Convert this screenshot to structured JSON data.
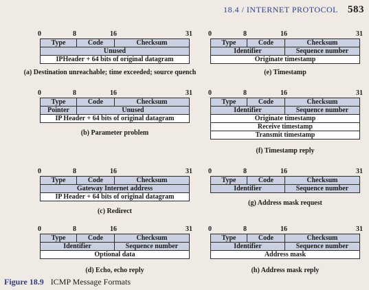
{
  "header": {
    "section": "18.4 / INTERNET PROTOCOL",
    "page_number": "583"
  },
  "bit_labels": {
    "b0": "0",
    "b8": "8",
    "b16": "16",
    "b31": "31"
  },
  "fields": {
    "type": "Type",
    "code": "Code",
    "checksum": "Checksum",
    "unused": "Unused",
    "ip_header": "IPHeader + 64 bits of original datagram",
    "ip_header_spaced": "IP Header + 64 bits of original datagram",
    "pointer": "Pointer",
    "gateway": "Gateway Internet address",
    "identifier": "Identifier",
    "sequence_number": "Sequence number",
    "optional_data": "Optional data",
    "originate_ts": "Originate timestamp",
    "receive_ts": "Receive timestamp",
    "transmit_ts": "Transmit timestamp",
    "address_mask": "Address mask"
  },
  "captions": {
    "a": "(a) Destination unreachable; time exceeded; source quench",
    "b": "(b) Parameter problem",
    "c": "(c) Redirect",
    "d": "(d) Echo, echo reply",
    "e": "(e) Timestamp",
    "f": "(f) Timestamp reply",
    "g": "(g) Address mask request",
    "h": "(h) Address mask reply"
  },
  "figure": {
    "label": "Figure 18.9",
    "title": "ICMP Message Formats"
  }
}
